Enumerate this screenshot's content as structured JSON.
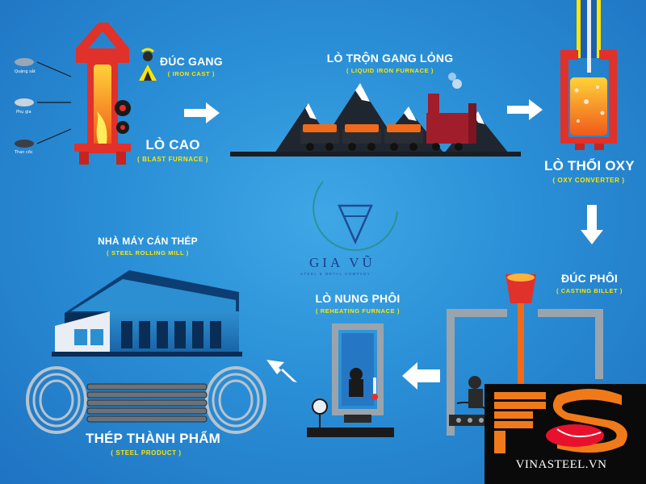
{
  "stages": {
    "blast_furnace": {
      "title": "LÒ CAO",
      "subtitle": "( BLAST FURNACE )"
    },
    "iron_cast": {
      "title": "ĐÚC GANG",
      "subtitle": "( IRON CAST )"
    },
    "liquid_iron_furnace": {
      "title": "LÒ TRỘN GANG LỎNG",
      "subtitle": "( LIQUID IRON FURNACE )"
    },
    "oxy_converter": {
      "title": "LÒ THỔI OXY",
      "subtitle": "( OXY CONVERTER )"
    },
    "casting_billet": {
      "title": "ĐÚC PHÔI",
      "subtitle": "( CASTING BILLET )"
    },
    "reheating_furnace": {
      "title": "LÒ NUNG PHÔI",
      "subtitle": "( REHEATING FURNACE )"
    },
    "steel_rolling_mill": {
      "title": "NHÀ MÁY CÁN THÉP",
      "subtitle": "( STEEL ROLLING MILL )"
    },
    "steel_product": {
      "title": "THÉP THÀNH PHẨM",
      "subtitle": "( STEEL PRODUCT )"
    }
  },
  "inputs": [
    "Quặng sắt",
    "Phụ gia",
    "Than cốc"
  ],
  "watermark": {
    "brand": "GIA VŨ",
    "tagline": "STEEL & METAL COMPANY"
  },
  "logo": {
    "text": "VINASTEEL.VN"
  },
  "colors": {
    "accent_yellow": "#ffe600",
    "furnace_red": "#e0312b",
    "brand_orange": "#f07a1a",
    "logo_red": "#e8112d"
  }
}
